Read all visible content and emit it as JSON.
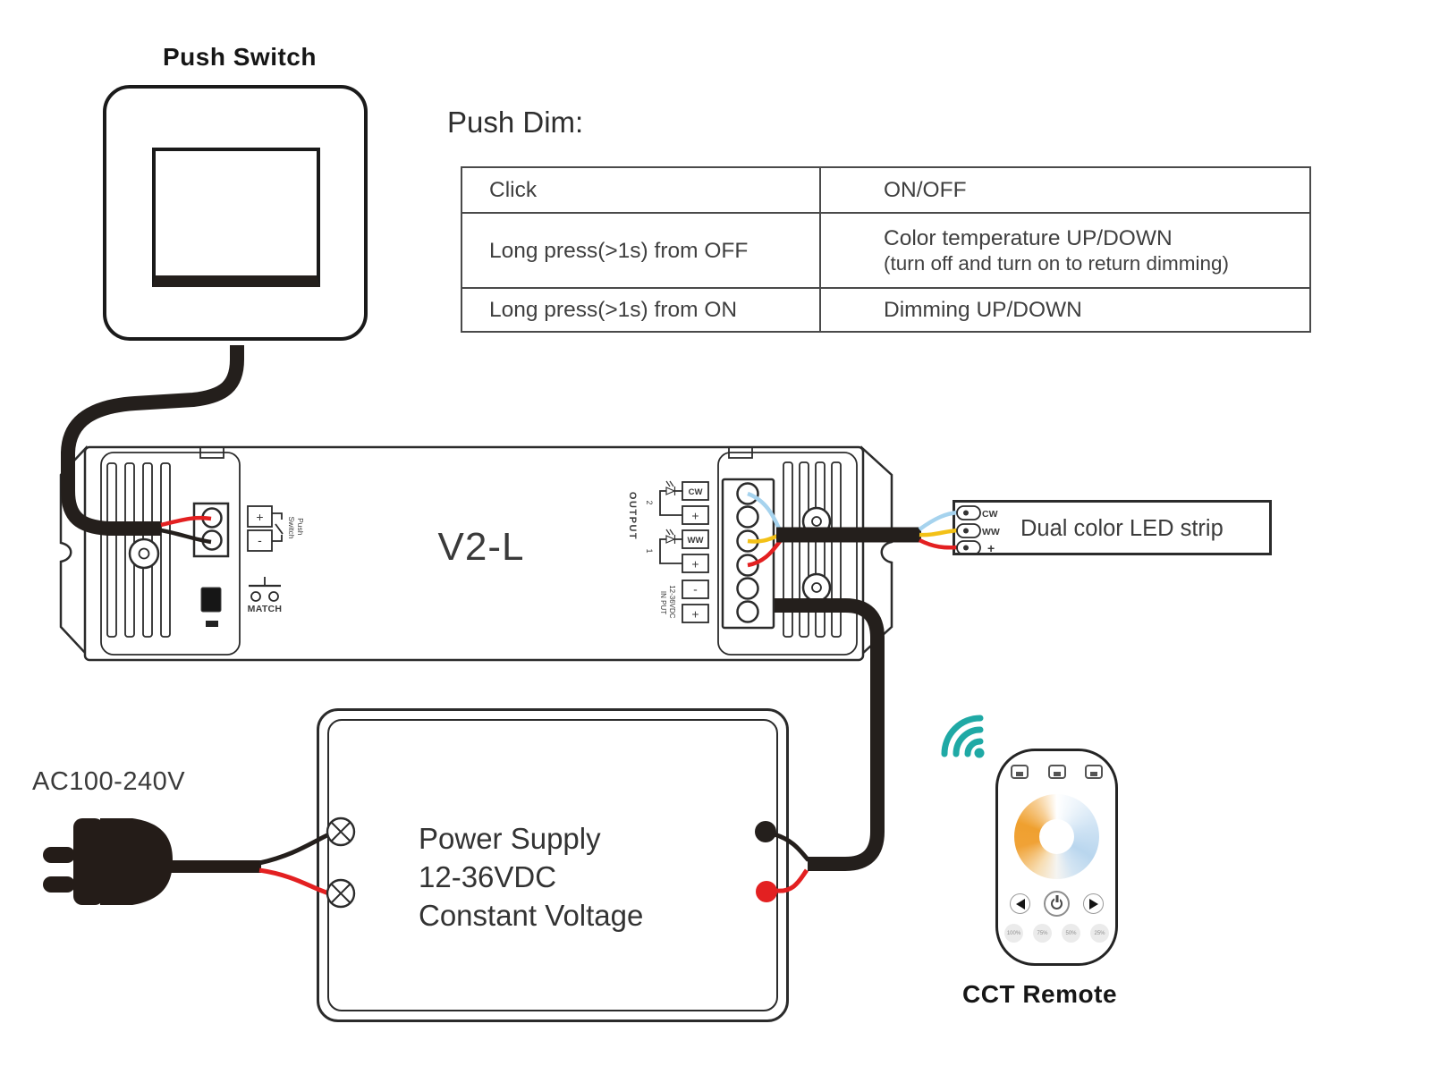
{
  "push_switch": {
    "label": "Push Switch"
  },
  "push_dim_table": {
    "title": "Push Dim:",
    "rows": [
      {
        "action": "Click",
        "result_line1": "ON/OFF",
        "result_line2": ""
      },
      {
        "action": "Long press(>1s) from OFF",
        "result_line1": "Color temperature UP/DOWN",
        "result_line2": "(turn off and turn on to return dimming)"
      },
      {
        "action": "Long press(>1s) from ON",
        "result_line1": "Dimming UP/DOWN",
        "result_line2": ""
      }
    ]
  },
  "controller": {
    "model": "V2-L",
    "match_label": "MATCH",
    "push_terminal": {
      "plus": "+",
      "minus": "-",
      "label_lines": [
        "Push",
        "Switch"
      ]
    },
    "output": {
      "label": "OUTPUT",
      "channel2": "2",
      "channel1": "1",
      "terminals": [
        "CW",
        "+",
        "WW",
        "+",
        "-",
        "+"
      ]
    },
    "input": {
      "label_lines": [
        "IN PUT",
        "12-36VDC"
      ]
    }
  },
  "led_strip": {
    "label": "Dual color LED strip",
    "pads": [
      "CW",
      "WW",
      "+"
    ]
  },
  "power_supply": {
    "line1": "Power Supply",
    "line2": "12-36VDC",
    "line3": "Constant Voltage"
  },
  "ac_input": {
    "label": "AC100-240V"
  },
  "remote": {
    "label": "CCT Remote",
    "preset_buttons": [
      "100%",
      "75%",
      "50%",
      "25%"
    ]
  },
  "icons": {
    "wireless": "rf-signal-arcs",
    "power": "power-symbol",
    "prev": "left-triangle",
    "next": "right-triangle",
    "zone_button": "rounded-square",
    "led_output": "led-diode-symbol",
    "screw_terminal": "circle-cross"
  },
  "colors": {
    "wire_black": "#241f1c",
    "wire_red": "#e32021",
    "wire_blue": "#a6d3ee",
    "wire_yellow": "#f3c117",
    "wireless_teal": "#1fa9a5",
    "wheel_orange": "#efa02f",
    "wheel_blue": "#b9d6ee",
    "line_dark": "#2b2b2b"
  }
}
